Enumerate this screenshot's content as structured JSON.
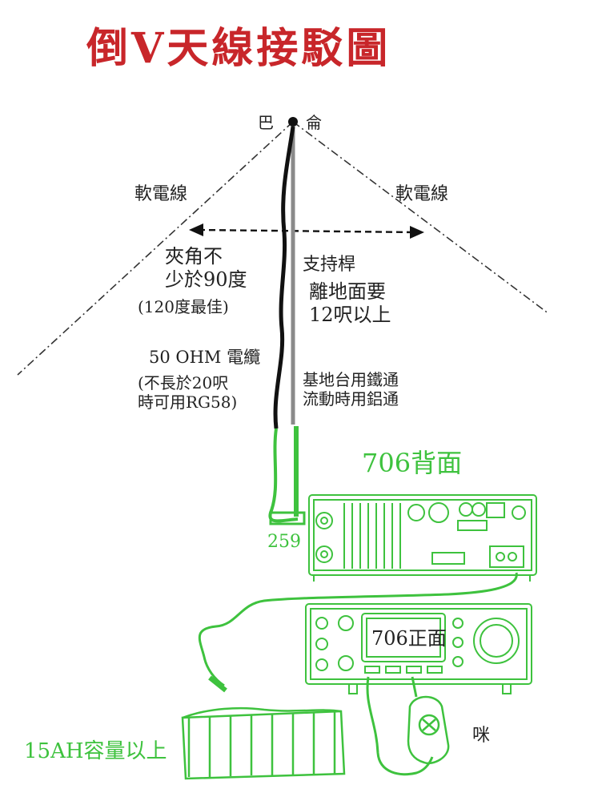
{
  "title": "倒V天線接駁圖",
  "labels": {
    "balun": "巴　　侖",
    "wire_left": "軟電線",
    "wire_right": "軟電線",
    "angle": "夾角不\n少於90度",
    "angle_note": "(120度最佳)",
    "mast": "支持桿",
    "height": "離地面要\n12呎以上",
    "cable": "50  OHM 電纜",
    "cable_note": "(不長於20呎\n時可用RG58)",
    "mast_note": "基地台用鐵通\n流動時用鋁通",
    "rear": "706背面",
    "connector": "259",
    "front": "706正面",
    "battery": "15AH容量以上",
    "mic": "咪"
  },
  "colors": {
    "title": "#c8262a",
    "green": "#3ec23e",
    "ink": "#222222"
  }
}
